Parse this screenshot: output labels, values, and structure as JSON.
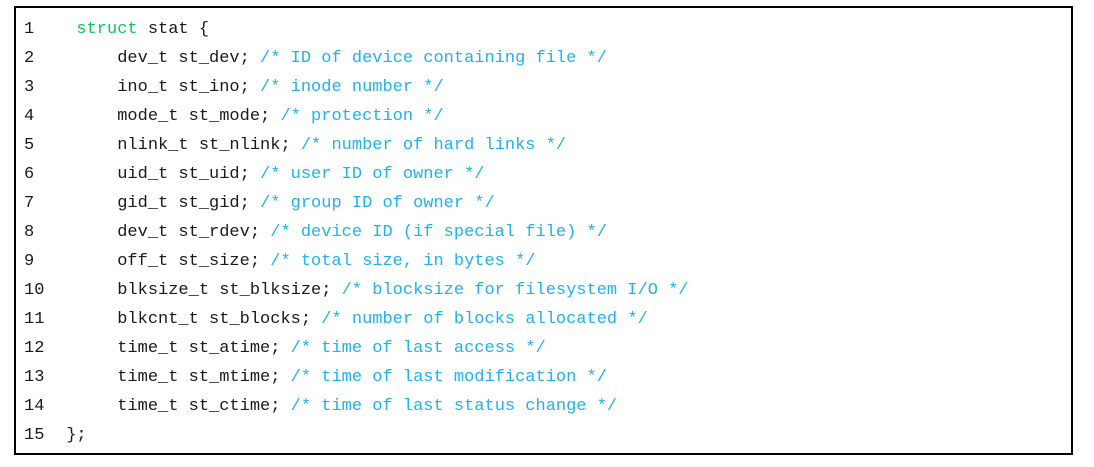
{
  "code_block": {
    "language": "c",
    "border_color": "#000000",
    "background_color": "#ffffff",
    "colors": {
      "keyword": "#14c45f",
      "plain": "#1a1a1a",
      "comment": "#20b2f0",
      "line_number": "#1a1a1a"
    },
    "lines": [
      {
        "number": "1",
        "indent": "  ",
        "keyword": "struct",
        "plain": " stat {",
        "comment": ""
      },
      {
        "number": "2",
        "indent": "      ",
        "keyword": "",
        "plain": "dev_t st_dev; ",
        "comment": "/* ID of device containing file */"
      },
      {
        "number": "3",
        "indent": "      ",
        "keyword": "",
        "plain": "ino_t st_ino; ",
        "comment": "/* inode number */"
      },
      {
        "number": "4",
        "indent": "      ",
        "keyword": "",
        "plain": "mode_t st_mode; ",
        "comment": "/* protection */"
      },
      {
        "number": "5",
        "indent": "      ",
        "keyword": "",
        "plain": "nlink_t st_nlink; ",
        "comment": "/* number of hard links */"
      },
      {
        "number": "6",
        "indent": "      ",
        "keyword": "",
        "plain": "uid_t st_uid; ",
        "comment": "/* user ID of owner */"
      },
      {
        "number": "7",
        "indent": "      ",
        "keyword": "",
        "plain": "gid_t st_gid; ",
        "comment": "/* group ID of owner */"
      },
      {
        "number": "8",
        "indent": "      ",
        "keyword": "",
        "plain": "dev_t st_rdev; ",
        "comment": "/* device ID (if special file) */"
      },
      {
        "number": "9",
        "indent": "      ",
        "keyword": "",
        "plain": "off_t st_size; ",
        "comment": "/* total size, in bytes */"
      },
      {
        "number": "10",
        "indent": "      ",
        "keyword": "",
        "plain": "blksize_t st_blksize; ",
        "comment": "/* blocksize for filesystem I/O */"
      },
      {
        "number": "11",
        "indent": "      ",
        "keyword": "",
        "plain": "blkcnt_t st_blocks; ",
        "comment": "/* number of blocks allocated */"
      },
      {
        "number": "12",
        "indent": "      ",
        "keyword": "",
        "plain": "time_t st_atime; ",
        "comment": "/* time of last access */"
      },
      {
        "number": "13",
        "indent": "      ",
        "keyword": "",
        "plain": "time_t st_mtime; ",
        "comment": "/* time of last modification */"
      },
      {
        "number": "14",
        "indent": "      ",
        "keyword": "",
        "plain": "time_t st_ctime; ",
        "comment": "/* time of last status change */"
      },
      {
        "number": "15",
        "indent": " ",
        "keyword": "",
        "plain": "};",
        "comment": ""
      }
    ]
  }
}
